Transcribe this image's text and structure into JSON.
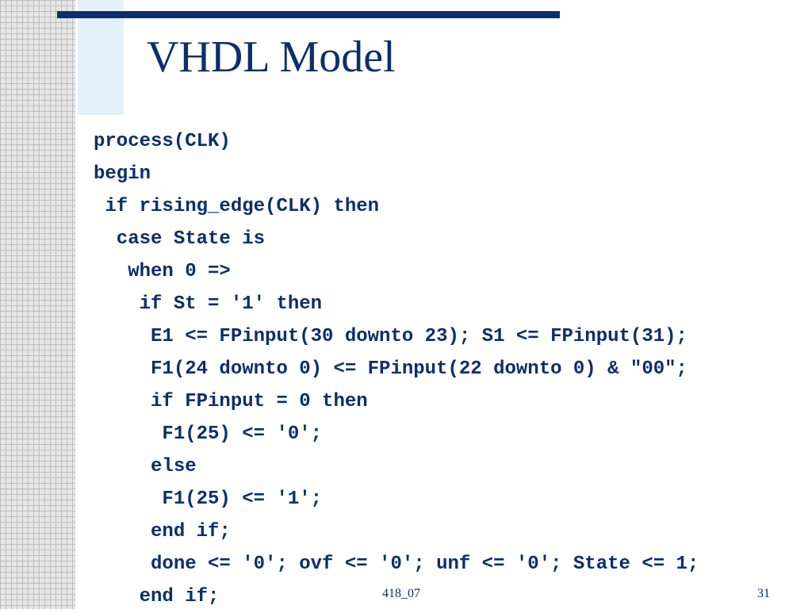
{
  "slide": {
    "title": "VHDL Model",
    "footer_label": "418_07",
    "slide_number": "31",
    "code_lines": [
      "process(CLK)",
      "begin",
      " if rising_edge(CLK) then",
      "  case State is",
      "   when 0 =>",
      "    if St = '1' then",
      "     E1 <= FPinput(30 downto 23); S1 <= FPinput(31);",
      "     F1(24 downto 0) <= FPinput(22 downto 0) & \"00\";",
      "     if FPinput = 0 then",
      "      F1(25) <= '0';",
      "     else",
      "      F1(25) <= '1';",
      "     end if;",
      "     done <= '0'; ovf <= '0'; unf <= '0'; State <= 1;",
      "    end if;"
    ]
  },
  "colors": {
    "text": "#0a2f6b",
    "accent_bar": "#0a2f6b",
    "light_block": "#e4f1fb",
    "background": "#ffffff"
  }
}
